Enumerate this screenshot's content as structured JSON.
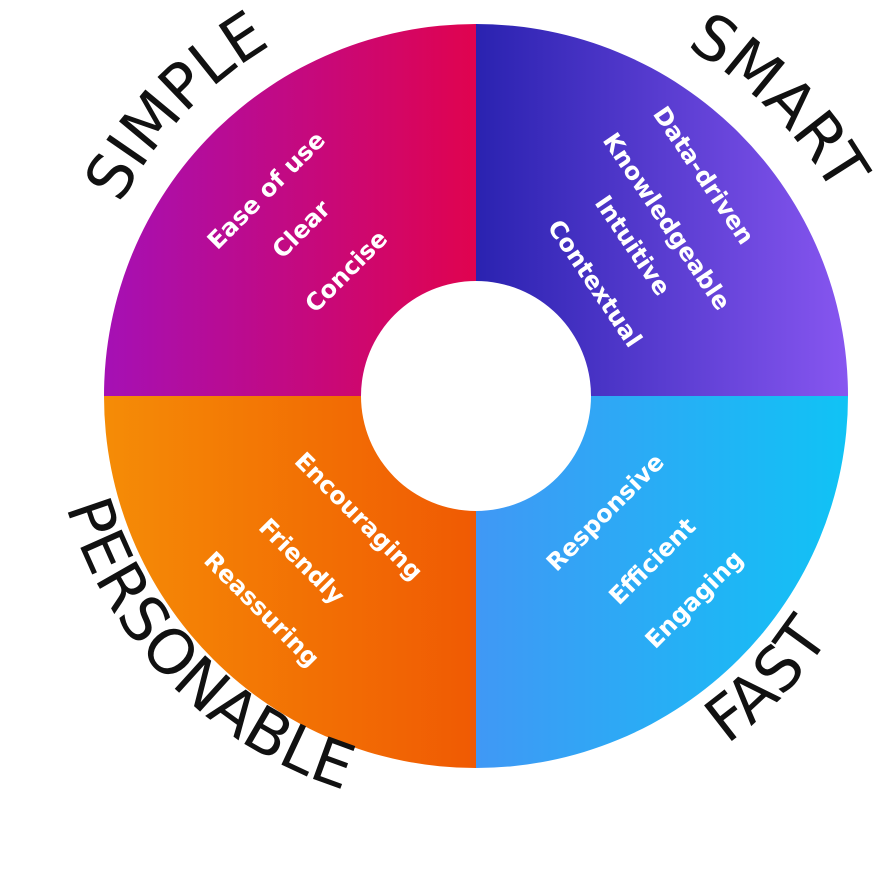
{
  "diagram": {
    "quadrants": [
      {
        "id": "simple",
        "heading": "SIMPLE",
        "gradient": [
          "#A510B5",
          "#E0034F"
        ],
        "traits": [
          "Ease of use",
          "Clear",
          "Concise"
        ]
      },
      {
        "id": "smart",
        "heading": "SMART",
        "gradient": [
          "#2A22B0",
          "#8756F0"
        ],
        "traits": [
          "Data-driven",
          "Knowledgeable",
          "Intuitive",
          "Contextual"
        ]
      },
      {
        "id": "personable",
        "heading": "PERSONABLE",
        "gradient": [
          "#F58C06",
          "#F05A03"
        ],
        "traits": [
          "Encouraging",
          "Friendly",
          "Reassuring"
        ]
      },
      {
        "id": "fast",
        "heading": "FAST",
        "gradient": [
          "#4098F5",
          "#10C3F5"
        ],
        "traits": [
          "Responsive",
          "Efficient",
          "Engaging"
        ]
      }
    ]
  }
}
